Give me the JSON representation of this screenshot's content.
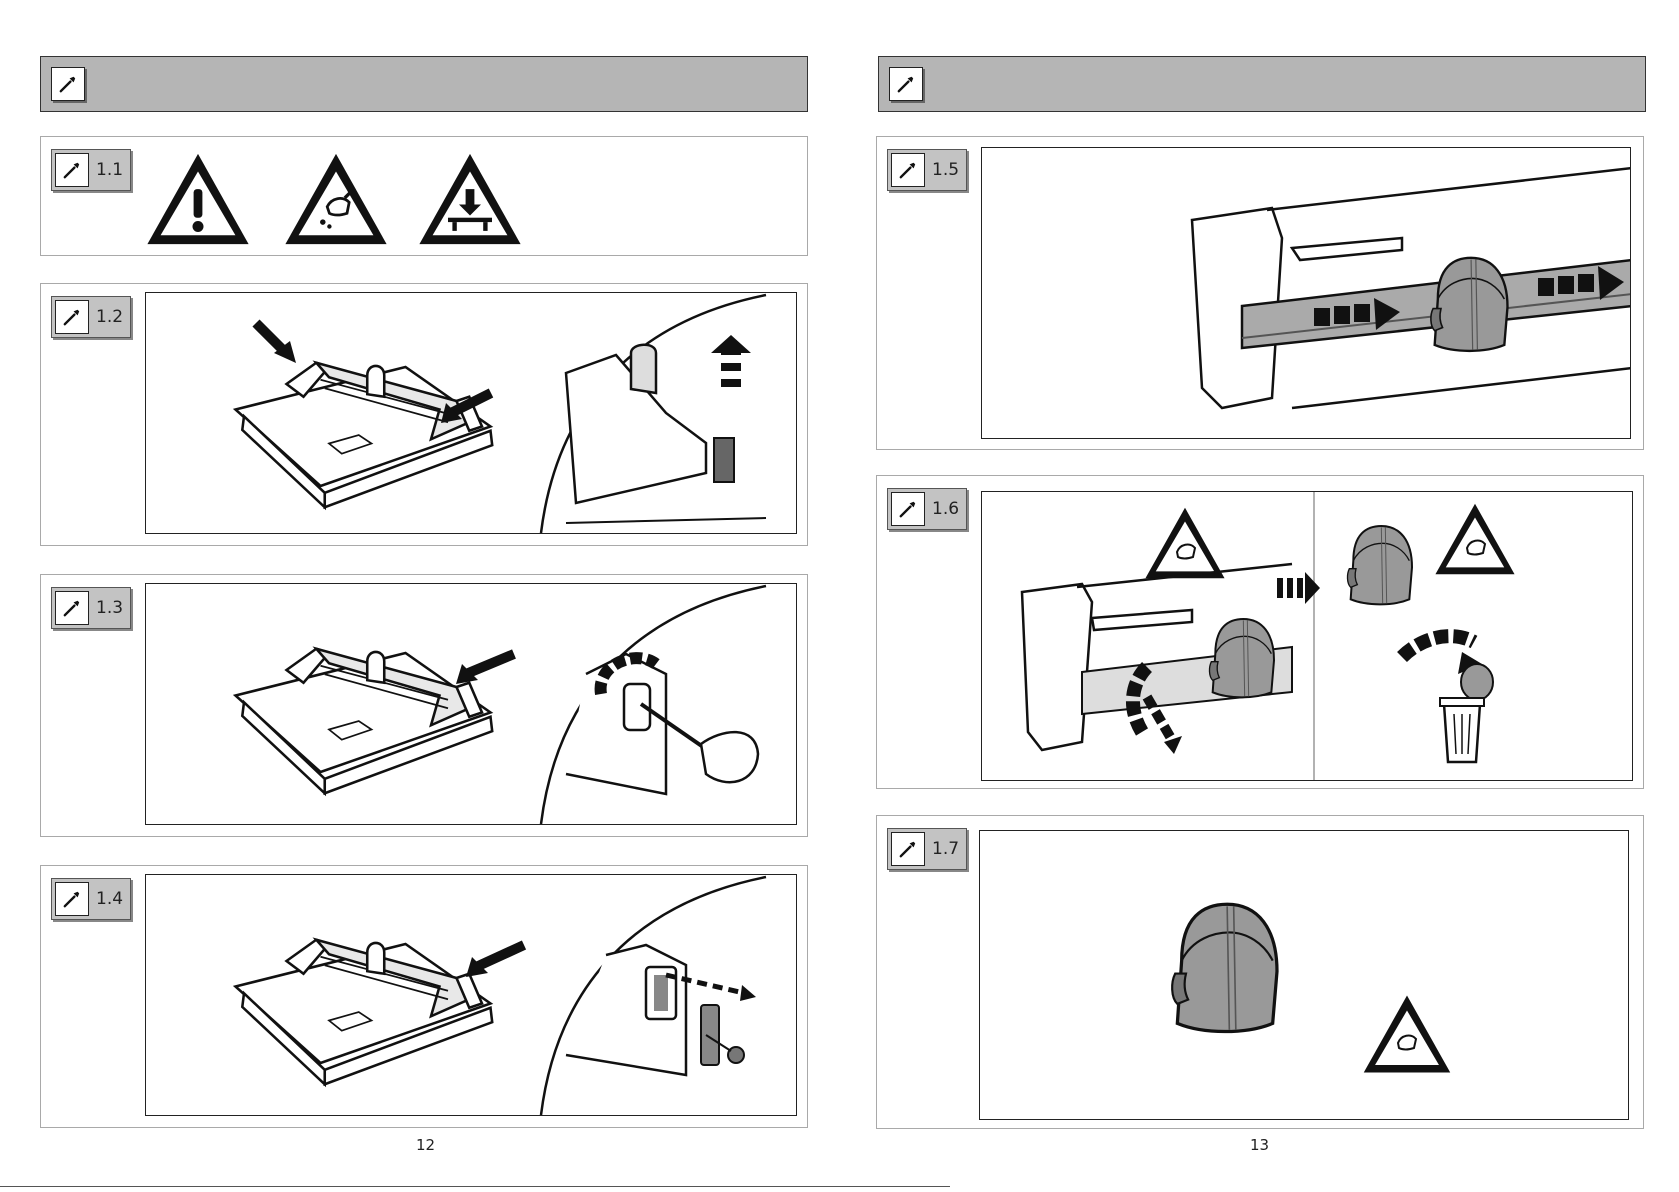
{
  "left_page": {
    "page_number": "12",
    "sections": [
      {
        "label": "1.1"
      },
      {
        "label": "1.2"
      },
      {
        "label": "1.3"
      },
      {
        "label": "1.4"
      }
    ]
  },
  "right_page": {
    "page_number": "13",
    "sections": [
      {
        "label": "1.5"
      },
      {
        "label": "1.6"
      },
      {
        "label": "1.7"
      }
    ]
  },
  "icons": {
    "header": "wrench-icon",
    "warning": "exclamation-warning-icon",
    "hand_cut": "hand-cut-warning-icon",
    "press": "press-down-warning-icon"
  }
}
